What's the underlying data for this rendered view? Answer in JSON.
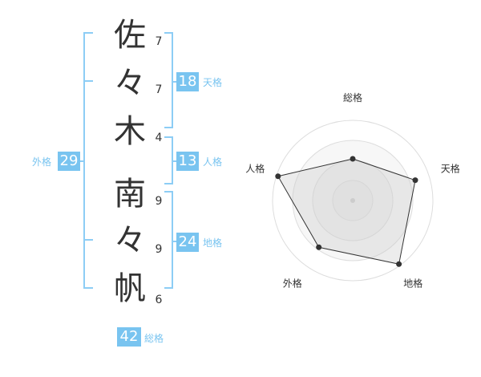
{
  "name": {
    "characters": [
      {
        "char": "佐",
        "strokes": "7"
      },
      {
        "char": "々",
        "strokes": "7"
      },
      {
        "char": "木",
        "strokes": "4"
      },
      {
        "char": "南",
        "strokes": "9"
      },
      {
        "char": "々",
        "strokes": "9"
      },
      {
        "char": "帆",
        "strokes": "6"
      }
    ]
  },
  "fortunes": {
    "tenkaku": {
      "value": "18",
      "label": "天格"
    },
    "jinkaku": {
      "value": "13",
      "label": "人格"
    },
    "chikaku": {
      "value": "24",
      "label": "地格"
    },
    "gaikaku": {
      "value": "29",
      "label": "外格"
    },
    "soukaku": {
      "value": "42",
      "label": "総格"
    }
  },
  "colors": {
    "accent": "#79c4f0",
    "bracket": "#8dcdf5"
  },
  "chart_data": {
    "type": "radar",
    "axes": [
      "総格",
      "天格",
      "地格",
      "外格",
      "人格"
    ],
    "values": [
      0.52,
      0.82,
      0.98,
      0.72,
      0.98
    ],
    "rings": 4,
    "max": 1
  }
}
